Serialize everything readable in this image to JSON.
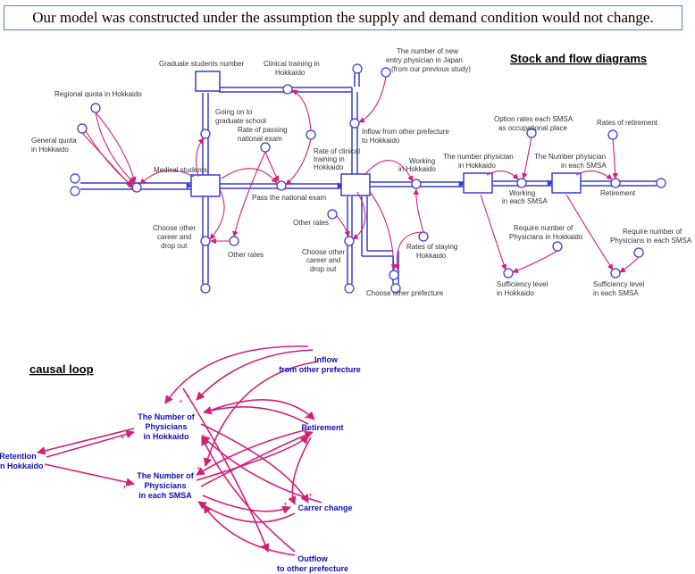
{
  "banner": "Our model was constructed under the assumption the supply and demand condition would not change.",
  "sf_title": "Stock and flow diagrams",
  "cl_title": "causal loop",
  "colors": {
    "flow": "#3a3ad0",
    "link": "#d0207a",
    "text_blue": "#1010b0",
    "border": "#4f81bd"
  },
  "sf_labels": {
    "graduate_students": "Graduate students number",
    "clinical_training_1": "Clinical training in",
    "clinical_training_2": "Hokkaido",
    "new_entry_1": "The number of new",
    "new_entry_2": "entry physician in Japan",
    "new_entry_3": "(from our previous study)",
    "regional_quota": "Regional quota in Hokkaido",
    "general_quota_1": "General quota",
    "general_quota_2": "in Hokkaido",
    "going_grad_1": "Going on to",
    "going_grad_2": "graduate school",
    "rate_passing_1": "Rate of passing",
    "rate_passing_2": "national exam",
    "rate_clinical_1": "Rate of clinical",
    "rate_clinical_2": "training in",
    "rate_clinical_3": "Hokkaido",
    "inflow_other_1": "Inflow from other prefecture",
    "inflow_other_2": "to Hokkaido",
    "option_rates_1": "Option rates each SMSA",
    "option_rates_2": "as occupational place",
    "rates_retirement": "Rates of retirement",
    "medical_students": "Medical students",
    "pass_exam": "Pass the national exam",
    "working_hokkaido_1": "Working",
    "working_hokkaido_2": "in Hokkaido",
    "num_phys_hokkaido_1": "The number physician",
    "num_phys_hokkaido_2": "in Hokkaido",
    "the": "The",
    "num_phys_smsa_1": "Number physician",
    "num_phys_smsa_2": "in each SMSA",
    "working_smsa_1": "Working",
    "working_smsa_2": "in each SMSA",
    "retirement": "Retirement",
    "choose_other_1": "Choose other",
    "choose_other_2": "career and",
    "choose_other_3": "drop out",
    "other_rates": "Other rates",
    "other_rates_2": "Other rates",
    "choose_other2_1": "Choose other",
    "choose_other2_2": "career and",
    "choose_other2_3": "drop out",
    "rates_staying_1": "Rates of staying",
    "rates_staying_2": "Hokkaido",
    "choose_pref": "Choose other prefecture",
    "req_hokkaido_1": "Require number of",
    "req_hokkaido_2": "Physicians in Hokkaido",
    "req_smsa_1": "Require number of",
    "req_smsa_2": "Physicians in each SMSA",
    "suff_hokkaido_1": "Sufficiency level",
    "suff_hokkaido_2": "in Hokkaido",
    "suff_smsa_1": "Sufficiency level",
    "suff_smsa_2": "in each SMSA"
  },
  "cl_labels": {
    "inflow_1": "Inflow",
    "inflow_2": "from other prefecture",
    "nph_1": "The Number of",
    "nph_2": "Physicians",
    "nph_3": "in Hokkaido",
    "retirement": "Retirement",
    "retention_1": "Retention",
    "retention_2": "in Hokkaido",
    "nps_1": "The Number of",
    "nps_2": "Physicians",
    "nps_3": "in each SMSA",
    "carrer": "Carrer change",
    "outflow_1": "Outflow",
    "outflow_2": "to other prefecture"
  }
}
